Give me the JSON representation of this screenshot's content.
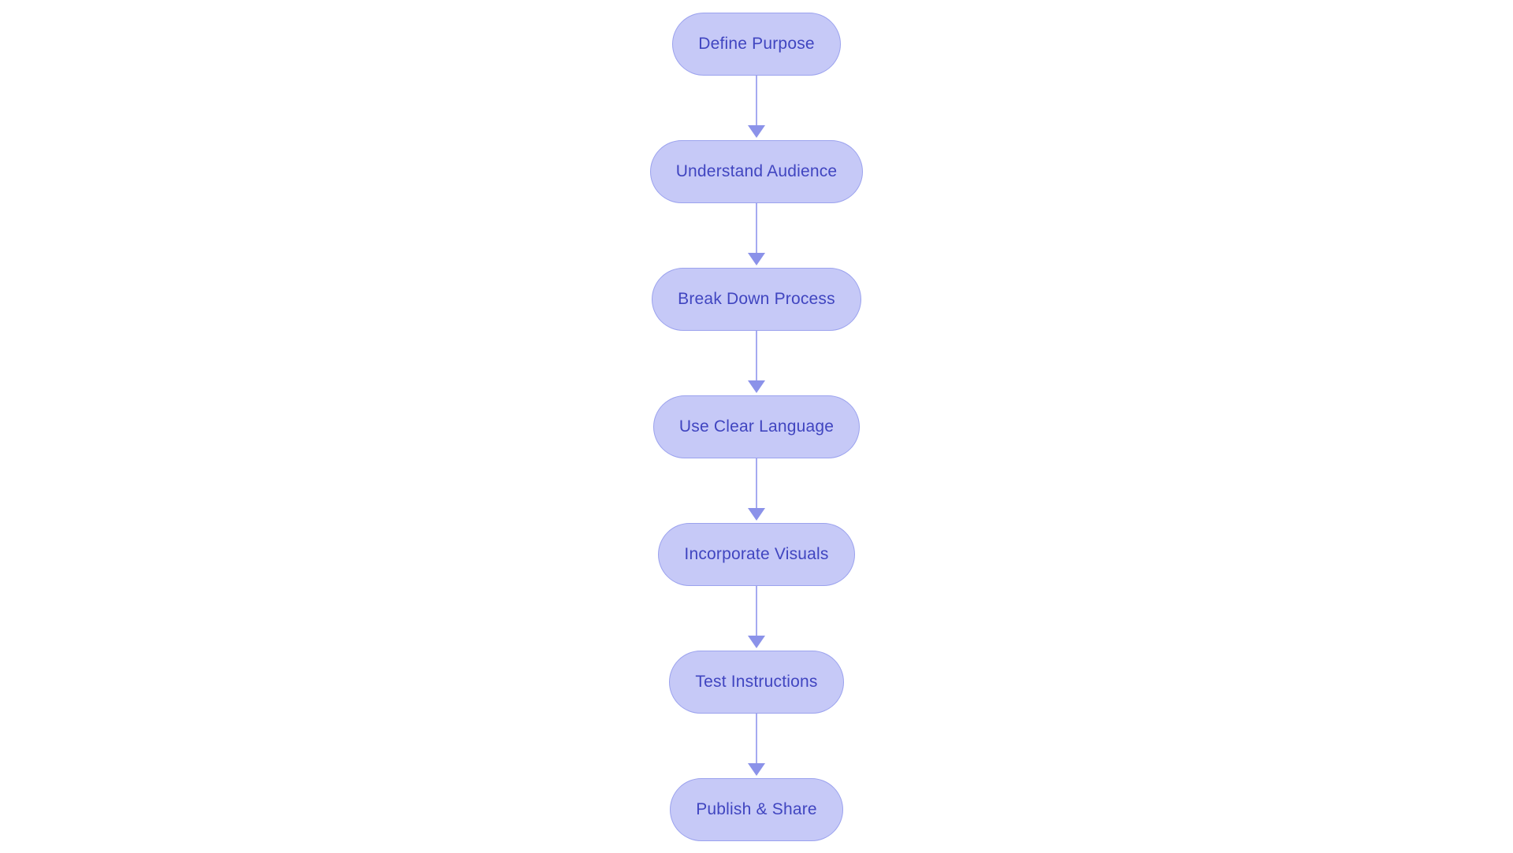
{
  "diagram": {
    "type": "flowchart",
    "direction": "top-to-bottom",
    "nodes": [
      {
        "id": "define-purpose",
        "label": "Define Purpose"
      },
      {
        "id": "understand-audience",
        "label": "Understand Audience"
      },
      {
        "id": "break-down-process",
        "label": "Break Down Process"
      },
      {
        "id": "use-clear-language",
        "label": "Use Clear Language"
      },
      {
        "id": "incorporate-visuals",
        "label": "Incorporate Visuals"
      },
      {
        "id": "test-instructions",
        "label": "Test Instructions"
      },
      {
        "id": "publish-share",
        "label": "Publish & Share"
      }
    ],
    "edges": [
      {
        "from": "define-purpose",
        "to": "understand-audience"
      },
      {
        "from": "understand-audience",
        "to": "break-down-process"
      },
      {
        "from": "break-down-process",
        "to": "use-clear-language"
      },
      {
        "from": "use-clear-language",
        "to": "incorporate-visuals"
      },
      {
        "from": "incorporate-visuals",
        "to": "test-instructions"
      },
      {
        "from": "test-instructions",
        "to": "publish-share"
      }
    ],
    "colors": {
      "background": "#ffffff",
      "node_fill": "#c6c9f7",
      "node_border": "#9ba2ee",
      "node_text": "#4045c0",
      "arrow_line": "#a5aaf0",
      "arrow_head": "#8b92e9"
    }
  }
}
